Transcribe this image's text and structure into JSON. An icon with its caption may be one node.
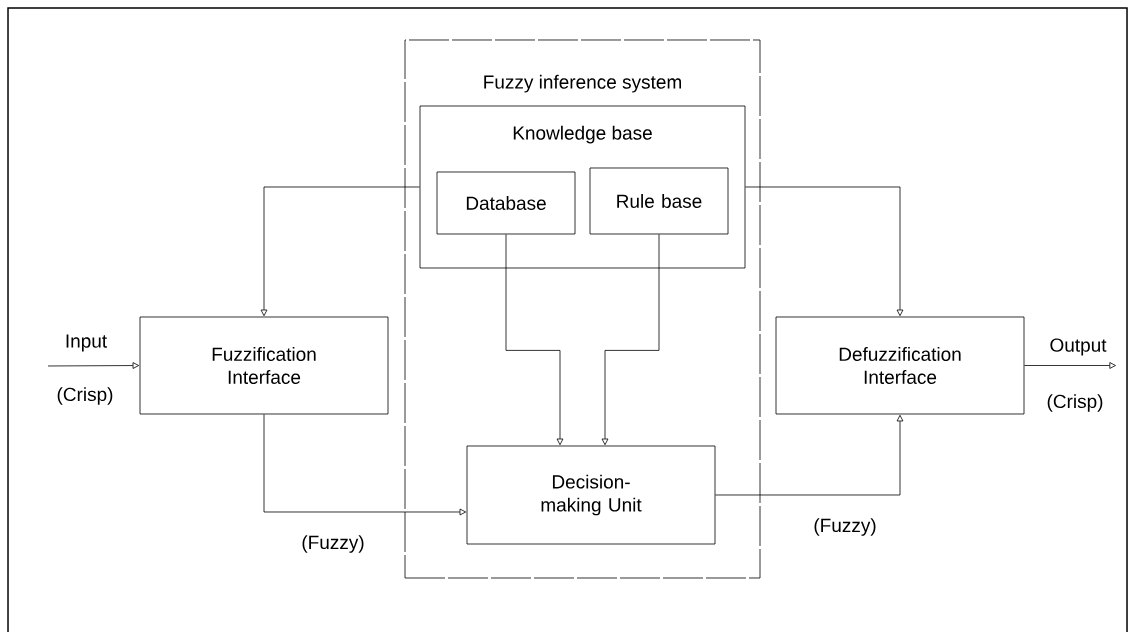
{
  "diagram": {
    "nodes": [
      {
        "text": [
          "Fuzzy inference system"
        ]
      },
      {
        "text": [
          "Knowledge base"
        ],
        "in": 0
      },
      {
        "text": [
          "Database"
        ],
        "in": 1
      },
      {
        "text": [
          "Rule base"
        ],
        "in": 1
      },
      {
        "text": [
          "Fuzzification Interface"
        ]
      },
      {
        "text": [
          "Decision-making Unit"
        ],
        "in": 0
      },
      {
        "text": [
          "Defuzzification Interface"
        ]
      }
    ],
    "edges": [
      {
        "from": null,
        "to": 4,
        "arrow": "to",
        "label": "Input"
      },
      {
        "from": 1,
        "to": 4,
        "arrow": "to"
      },
      {
        "from": 1,
        "to": 6,
        "arrow": "to"
      },
      {
        "from": 2,
        "to": 5,
        "arrow": "to"
      },
      {
        "from": 3,
        "to": 5,
        "arrow": "to"
      },
      {
        "from": 4,
        "to": 5,
        "arrow": "to",
        "label": "(Fuzzy)"
      },
      {
        "from": 5,
        "to": 6,
        "arrow": "to",
        "label": "(Fuzzy)"
      },
      {
        "from": 6,
        "to": null,
        "arrow": "to",
        "label": "Output"
      }
    ],
    "labels": [
      "(Crisp)",
      "(Crisp)"
    ]
  }
}
